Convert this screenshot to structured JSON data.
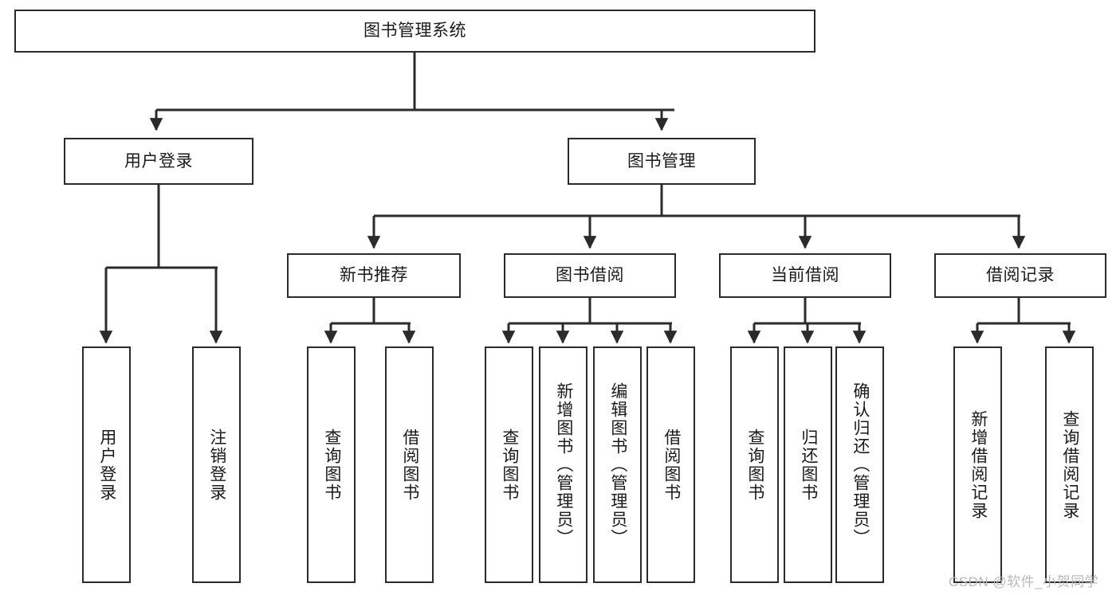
{
  "diagram": {
    "title": "图书管理系统",
    "type": "tree-hierarchy-diagram",
    "theme": {
      "stroke": "#2b2b2b",
      "fill": "#ffffff",
      "text": "#1a1a1a",
      "watermark_color": "#b9b9b9"
    },
    "root": {
      "label": "图书管理系统"
    },
    "level2": [
      {
        "label": "用户登录"
      },
      {
        "label": "图书管理"
      }
    ],
    "level3": [
      {
        "label": "新书推荐"
      },
      {
        "label": "图书借阅"
      },
      {
        "label": "当前借阅"
      },
      {
        "label": "借阅记录"
      }
    ],
    "leaves": {
      "user_login": [
        {
          "label": "用户登录"
        },
        {
          "label": "注销登录"
        }
      ],
      "new_book_recommend": [
        {
          "label": "查询图书"
        },
        {
          "label": "借阅图书"
        }
      ],
      "book_borrow": [
        {
          "label": "查询图书"
        },
        {
          "label": "新增图书（管理员）"
        },
        {
          "label": "编辑图书（管理员）"
        },
        {
          "label": "借阅图书"
        }
      ],
      "current_borrow": [
        {
          "label": "查询图书"
        },
        {
          "label": "归还图书"
        },
        {
          "label": "确认归还（管理员）"
        }
      ],
      "borrow_record": [
        {
          "label": "新增借阅记录"
        },
        {
          "label": "查询借阅记录"
        }
      ]
    },
    "watermark": "CSDN @软件_小贺同学"
  }
}
